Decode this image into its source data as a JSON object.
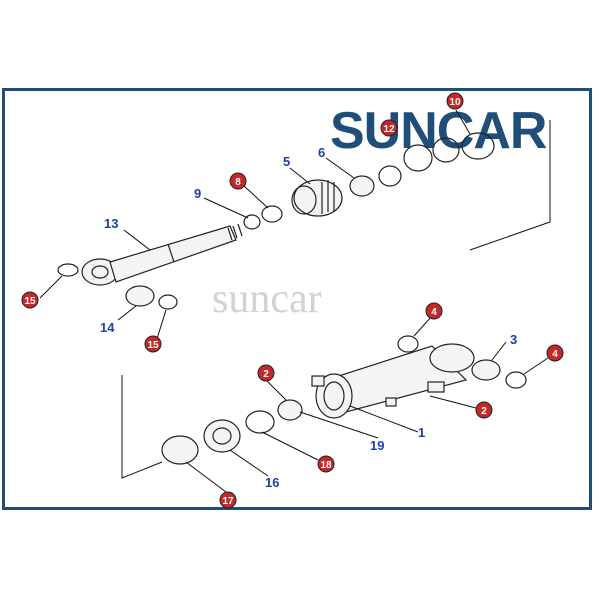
{
  "logo": {
    "text": "SUNCAR"
  },
  "watermark": {
    "text": "suncar"
  },
  "colors": {
    "brand": "#1f4f78",
    "badge_red": "#c62828",
    "label_blue": "#1f3fa8"
  },
  "labels": {
    "p1": "1",
    "p2a": "2",
    "p2b": "2",
    "p3": "3",
    "p4a": "4",
    "p4b": "4",
    "p5": "5",
    "p6": "6",
    "p8": "8",
    "p9": "9",
    "p10": "10",
    "p12": "12",
    "p13": "13",
    "p14": "14",
    "p15a": "15",
    "p15b": "15",
    "p16": "16",
    "p17": "17",
    "p18": "18",
    "p19": "19"
  }
}
